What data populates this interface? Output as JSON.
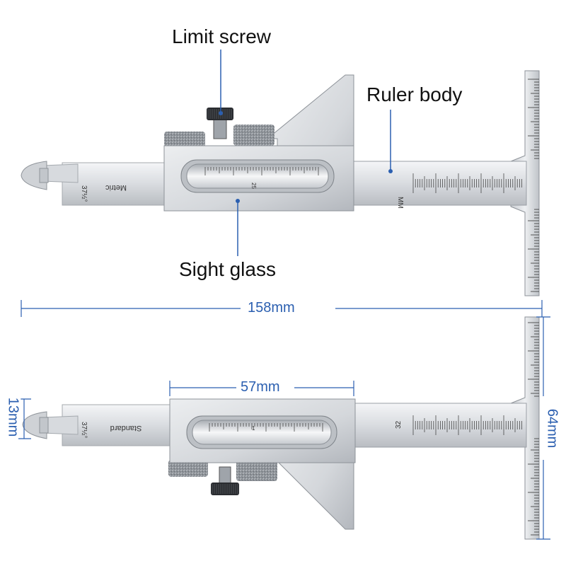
{
  "callouts": {
    "limit_screw": "Limit screw",
    "ruler_body": "Ruler body",
    "sight_glass": "Sight glass"
  },
  "dimensions": {
    "total_length": "158mm",
    "slider_width": "57mm",
    "head_height": "13mm",
    "ruler_height": "64mm"
  },
  "engravings": {
    "top_arm_fraction": "37½°",
    "top_arm_text": "Metric",
    "top_window_number": "25",
    "top_unit": "MM",
    "bottom_arm_fraction": "37½°",
    "bottom_arm_text": "Standard",
    "bottom_window_number": "1",
    "bottom_unit": "32"
  },
  "colors": {
    "dimension_line": "#2b5fb0",
    "steel_light": "#e4e6e9",
    "steel_dark": "#9ea3a9",
    "screw": "#2a2c30"
  }
}
